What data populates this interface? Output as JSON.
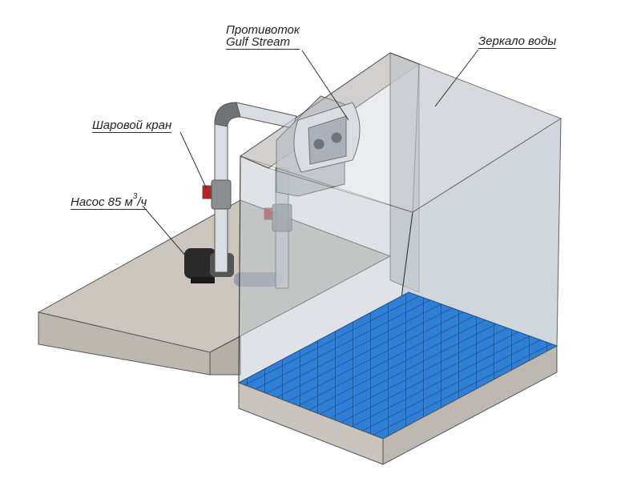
{
  "labels": {
    "counterflow_line1": "Противоток",
    "counterflow_line2": "Gulf Stream",
    "water_level": "Зеркало воды",
    "ball_valve": "Шаровой кран",
    "pump_prefix": "Насос 85 м",
    "pump_superscript": "3",
    "pump_suffix": "/ч"
  },
  "colors": {
    "tile": "#2f7fd6",
    "tile_grout": "#1b4f8f",
    "concrete": "#c9c4bd",
    "glass": "#b9c3cc"
  }
}
